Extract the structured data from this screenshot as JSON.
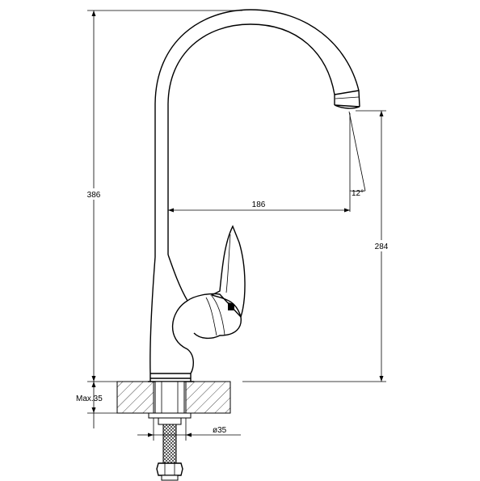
{
  "drawing": {
    "dimensions": {
      "total_height": "386",
      "spout_reach": "186",
      "spout_height": "284",
      "spout_angle": "12°",
      "max_countertop": "Max.35",
      "hole_diameter": "ø35"
    }
  }
}
